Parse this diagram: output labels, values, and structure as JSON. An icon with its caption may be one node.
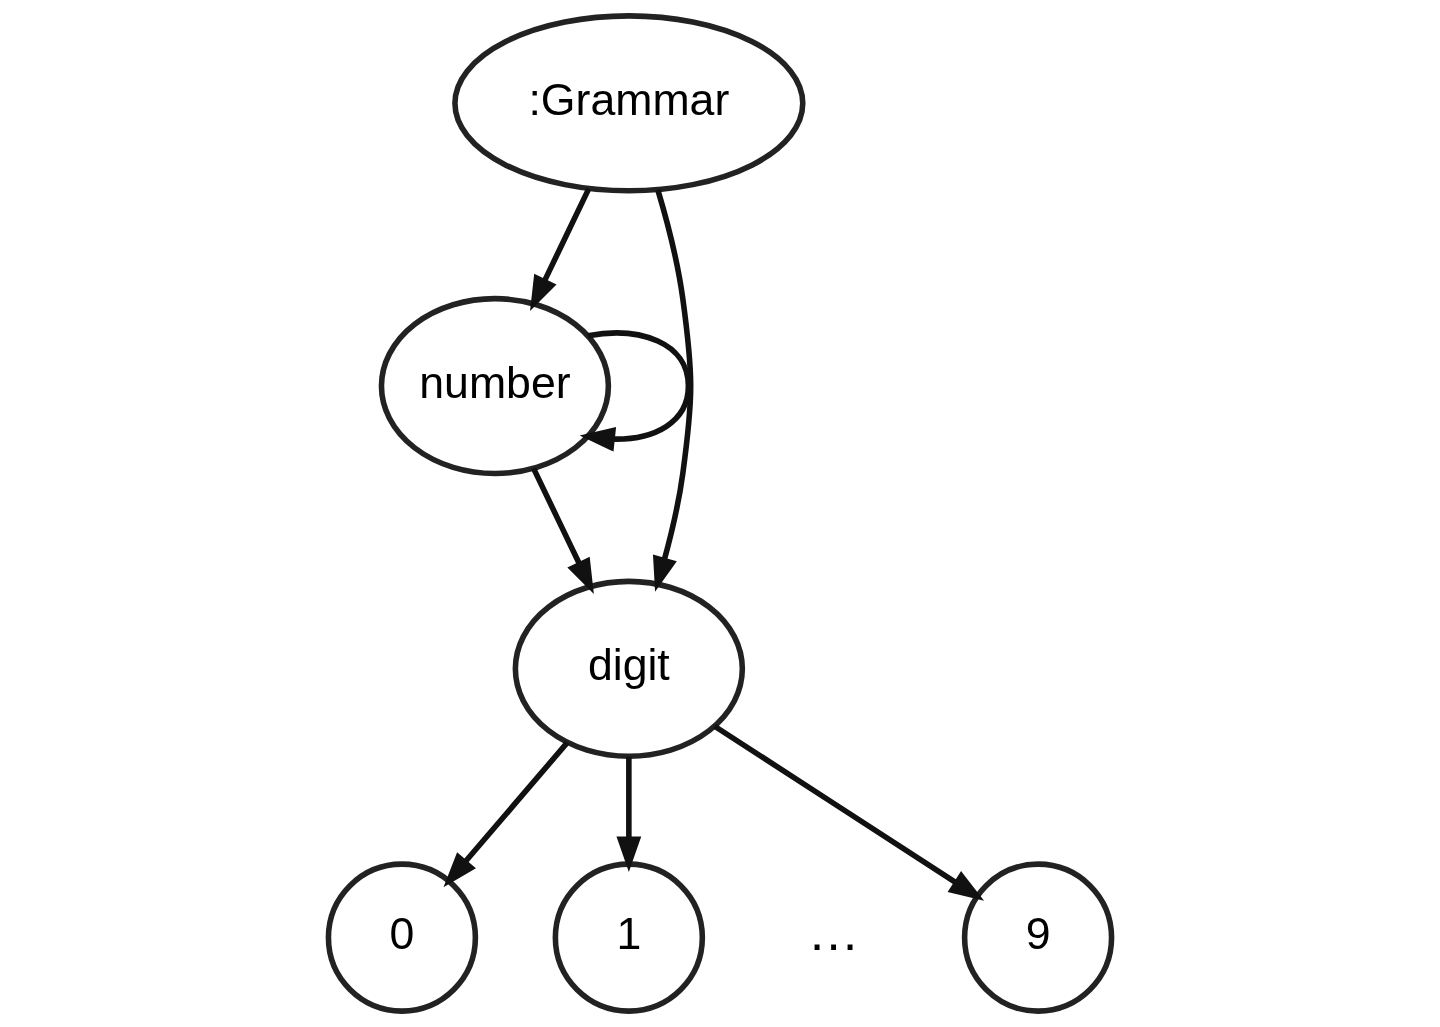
{
  "diagram": {
    "nodes": [
      {
        "text": [
          ":Grammar"
        ]
      },
      {
        "text": [
          "number"
        ]
      },
      {
        "text": [
          "digit"
        ]
      },
      {
        "text": [
          "0"
        ]
      },
      {
        "text": [
          "1"
        ]
      },
      {
        "text": [
          "9"
        ]
      }
    ],
    "edges": [
      {
        "from": 0,
        "to": 1,
        "arrow": "to"
      },
      {
        "from": 0,
        "to": 2,
        "arrow": "to"
      },
      {
        "from": 1,
        "to": 1,
        "arrow": "to"
      },
      {
        "from": 1,
        "to": 2,
        "arrow": "to"
      },
      {
        "from": 2,
        "to": 3,
        "arrow": "to"
      },
      {
        "from": 2,
        "to": 4,
        "arrow": "to"
      },
      {
        "from": 2,
        "to": 5,
        "arrow": "to"
      }
    ],
    "labels": [
      "…"
    ]
  }
}
